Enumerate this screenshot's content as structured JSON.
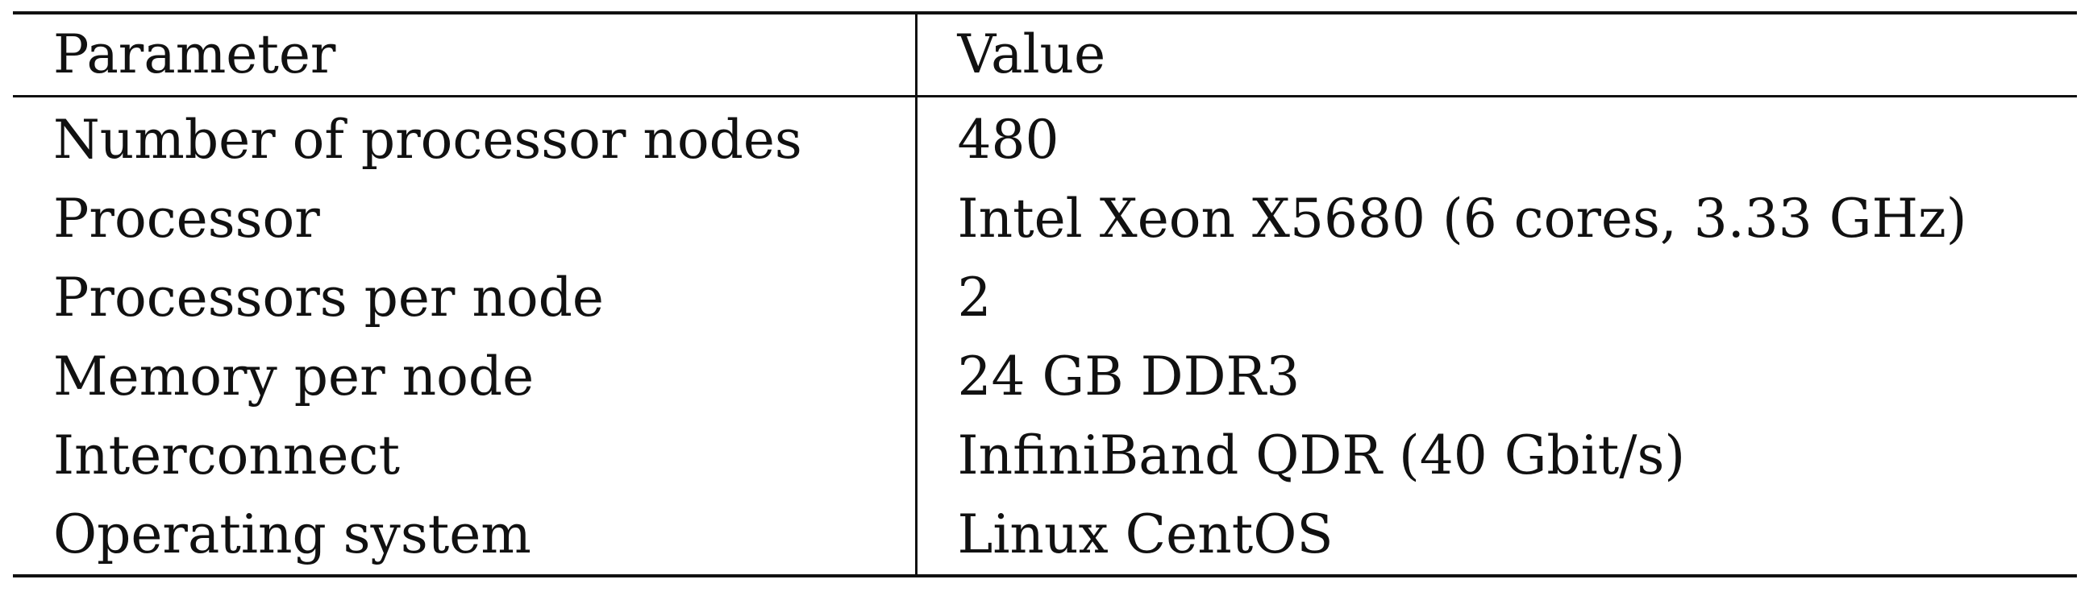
{
  "table": {
    "headers": {
      "parameter": "Parameter",
      "value": "Value"
    },
    "rows": [
      {
        "parameter": "Number of processor nodes",
        "value": "480"
      },
      {
        "parameter": "Processor",
        "value": "Intel Xeon X5680 (6 cores, 3.33 GHz)"
      },
      {
        "parameter": "Processors per node",
        "value": "2"
      },
      {
        "parameter": "Memory per node",
        "value": "24 GB DDR3"
      },
      {
        "parameter": "Interconnect",
        "value": "InfiniBand QDR (40 Gbit/s)"
      },
      {
        "parameter": "Operating system",
        "value": "Linux CentOS"
      }
    ]
  }
}
